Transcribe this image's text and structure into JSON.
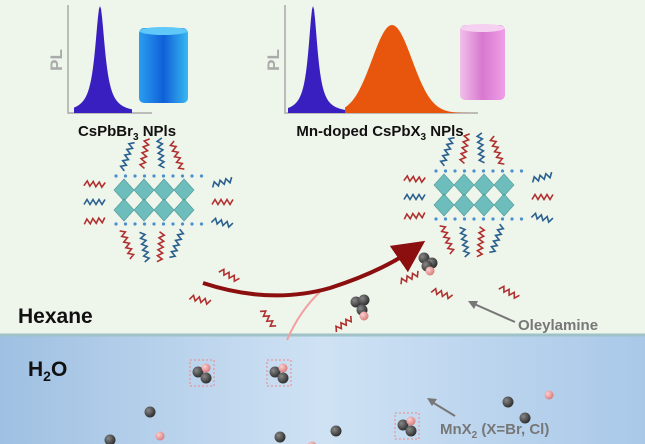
{
  "left_panel": {
    "axis_label": "PL",
    "caption_main": "CsPbBr",
    "caption_sub": "3",
    "caption_tail": " NPls",
    "vial_color": "#1a7fe6",
    "peak_color": "#3a1fc0"
  },
  "right_panel": {
    "axis_label": "PL",
    "caption_main": "Mn-doped CsPbX",
    "caption_sub": "3",
    "caption_tail": " NPls",
    "vial_color": "#e08ad8",
    "peak_colors": [
      "#3a1fc0",
      "#e8560e"
    ]
  },
  "phases": {
    "top": "Hexane",
    "bottom_main": "H",
    "bottom_sub": "2",
    "bottom_tail": "O"
  },
  "annotations": {
    "ligand": "Oleylamine",
    "salt_main": "MnX",
    "salt_sub": "2",
    "salt_tail": " (X=Br, Cl)"
  },
  "colors": {
    "arrow": "#8b0f0f",
    "ligand_red": "#b03030",
    "ligand_blue": "#2a5f8f",
    "octahedron": "#5fb8b8",
    "mn_ion": "#e89a9a",
    "halide": "#444444",
    "water": "#b8d4ee"
  }
}
